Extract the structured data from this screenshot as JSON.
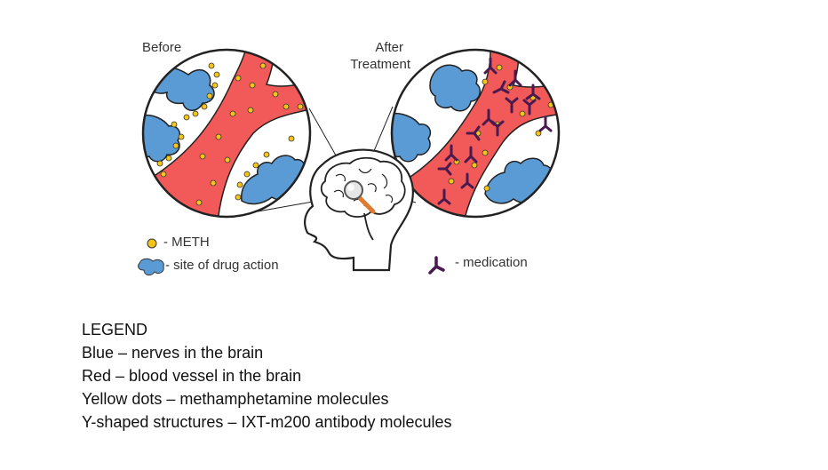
{
  "labels": {
    "before": "Before",
    "after_line1": "After",
    "after_line2": "Treatment"
  },
  "key": {
    "meth": "- METH",
    "site": "- site of drug action",
    "medication": "- medication"
  },
  "legend": {
    "heading": "LEGEND",
    "lines": [
      "Blue – nerves in the brain",
      "Red – blood vessel in the brain",
      "Yellow dots – methamphetamine molecules",
      "Y-shaped structures – IXT-m200 antibody molecules"
    ]
  },
  "colors": {
    "nerve_blue": "#5b9bd5",
    "vessel_red": "#f25a5a",
    "meth_yellow": "#f5c518",
    "antibody_purple": "#4a1a4f",
    "magnifier_orange": "#e07a2e"
  }
}
